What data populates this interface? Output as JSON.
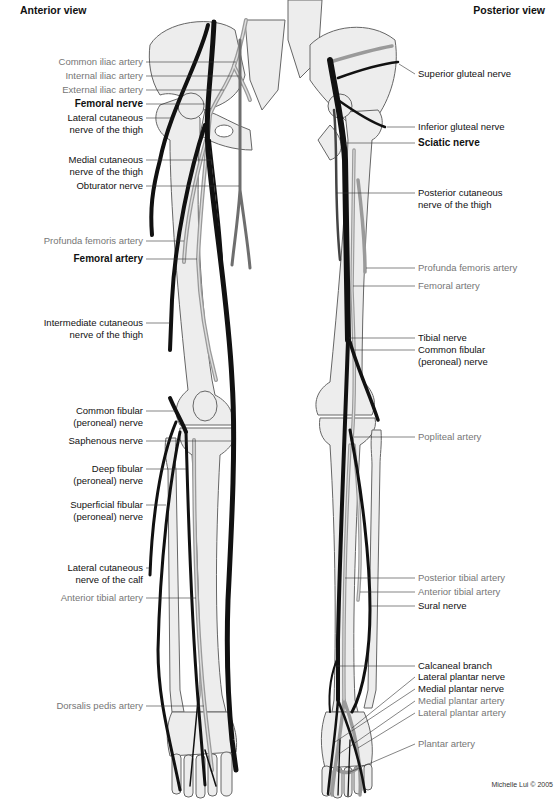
{
  "diagram": {
    "labels": [
      "Anterior view",
      "Common iliac artery",
      "Internal iliac artery",
      "External iliac artery",
      "Femoral nerve",
      "Lateral cutaneous nerve of the thigh",
      "Medial cutaneous nerve of the thigh",
      "Obturator nerve",
      "Profunda femoris artery",
      "Femoral artery",
      "Intermediate cutaneous nerve of the thigh",
      "Common fibular (peroneal) nerve",
      "Saphenous nerve",
      "Deep fibular (peroneal) nerve",
      "Superficial fibular (peroneal) nerve",
      "Lateral cutaneous nerve of the calf",
      "Anterior tibial artery",
      "Dorsalis pedis artery",
      "Posterior view",
      "Superior gluteal nerve",
      "Inferior gluteal nerve",
      "Sciatic nerve",
      "Posterior cutaneous nerve of the thigh",
      "Profunda femoris artery",
      "Femoral artery",
      "Tibial nerve",
      "Common fibular (peroneal) nerve",
      "Popliteal artery",
      "Posterior tibial artery",
      "Anterior tibial artery",
      "Sural nerve",
      "Calcaneal branch",
      "Lateral plantar nerve",
      "Medial plantar nerve",
      "Medial plantar artery",
      "Lateral plantar artery",
      "Plantar artery",
      "Michelle Lui © 2005"
    ]
  }
}
